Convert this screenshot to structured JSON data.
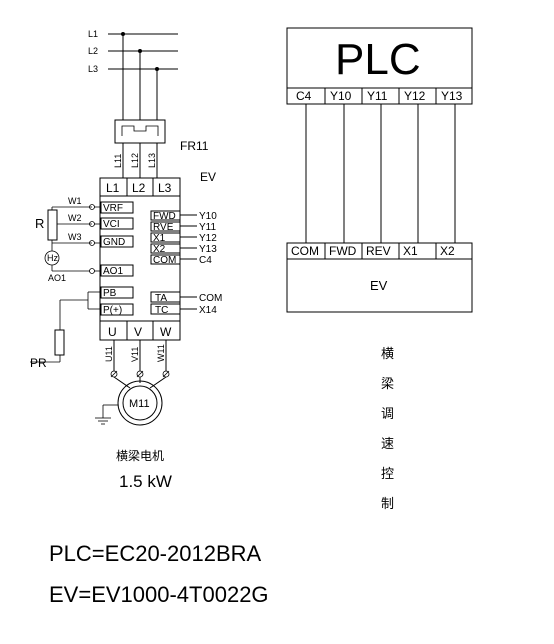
{
  "supply": {
    "l1": "L1",
    "l2": "L2",
    "l3": "L3"
  },
  "relay": {
    "label": "FR11",
    "taps": [
      "L11",
      "L12",
      "L13"
    ]
  },
  "inverter": {
    "label": "EV",
    "inputs": [
      "L1",
      "L2",
      "L3"
    ],
    "analog": [
      "VRF",
      "VCI",
      "GND"
    ],
    "ao": "AO1",
    "pb": "PB",
    "pplus": "P(+)",
    "outputs": [
      "U",
      "V",
      "W"
    ],
    "dig_terms": [
      "FWD",
      "RVE",
      "X1",
      "X2",
      "COM"
    ],
    "dig_refs": [
      "Y10",
      "Y11",
      "Y12",
      "Y13",
      "C4"
    ],
    "relay_terms": [
      "TA",
      "TC"
    ],
    "relay_refs": [
      "COM",
      "X14"
    ]
  },
  "pot": {
    "label": "R",
    "wipers": [
      "W1",
      "W2",
      "W3"
    ]
  },
  "meter": {
    "label": "Hz",
    "ref": "AO1"
  },
  "resistor": {
    "label": "PR"
  },
  "motor": {
    "label": "M11",
    "wires": [
      "U11",
      "V11",
      "W11"
    ],
    "caption": "横梁电机",
    "power": "1.5 kW"
  },
  "plc": {
    "title": "PLC",
    "outputs": [
      "C4",
      "Y10",
      "Y11",
      "Y12",
      "Y13"
    ],
    "ev_inputs": [
      "COM",
      "FWD",
      "REV",
      "X1",
      "X2"
    ],
    "ev_label": "EV"
  },
  "vertical_caption": "横梁调速控制",
  "models": {
    "plc": "PLC=EC20-2012BRA",
    "ev": "EV=EV1000-4T0022G"
  }
}
